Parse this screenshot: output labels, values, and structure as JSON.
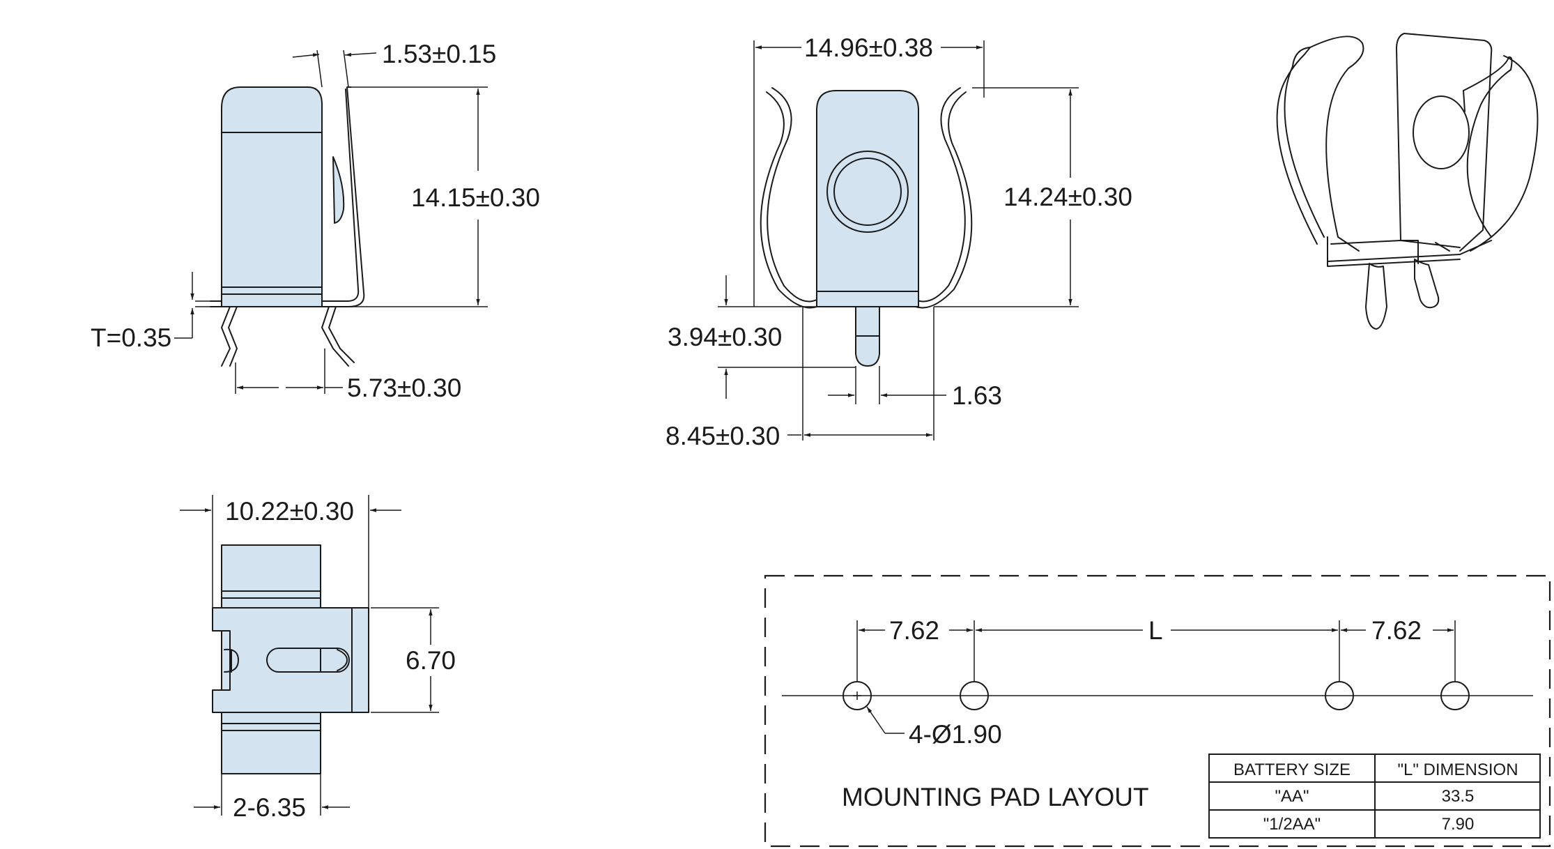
{
  "side_view": {
    "tab_thickness": "1.53±0.15",
    "height": "14.15±0.30",
    "material_thickness": "T=0.35",
    "leg_spacing": "5.73±0.30"
  },
  "front_view": {
    "width": "14.96±0.38",
    "height": "14.24±0.30",
    "pin_length": "3.94±0.30",
    "pin_width": "1.63",
    "base_width": "8.45±0.30"
  },
  "bottom_view": {
    "width": "10.22±0.30",
    "height": "6.70",
    "pin_spacing": "2-6.35"
  },
  "mounting_pad_layout": {
    "title": "MOUNTING PAD LAYOUT",
    "left_spacing": "7.62",
    "center_label": "L",
    "right_spacing": "7.62",
    "hole_callout": "4-Ø1.90",
    "table": {
      "headers": [
        "BATTERY SIZE",
        "\"L\" DIMENSION"
      ],
      "rows": [
        [
          "\"AA\"",
          "33.5"
        ],
        [
          "\"1/2AA\"",
          "7.90"
        ]
      ]
    }
  }
}
